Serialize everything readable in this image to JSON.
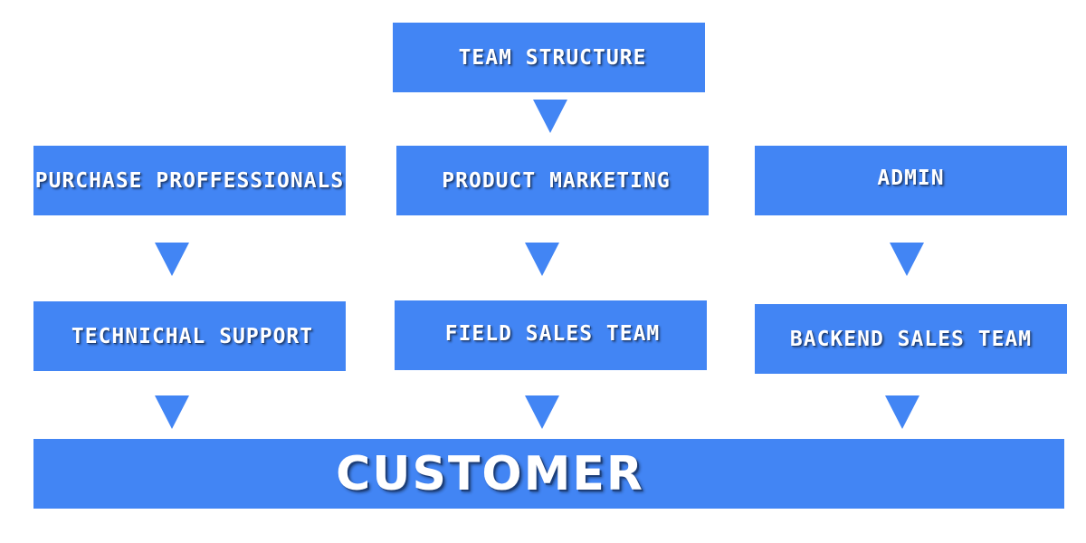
{
  "diagram": {
    "root": {
      "label": "TEAM STRUCTURE"
    },
    "middle": [
      {
        "label": "PURCHASE PROFFESSIONALS"
      },
      {
        "label": "PRODUCT MARKETING"
      },
      {
        "label": "ADMIN"
      }
    ],
    "lower": [
      {
        "label": "TECHNICHAL SUPPORT"
      },
      {
        "label": "FIELD SALES TEAM"
      },
      {
        "label": "BACKEND SALES TEAM"
      }
    ],
    "sink": {
      "label": "CUSTOMER"
    },
    "colors": {
      "box": "#4285f4",
      "text": "#ffffff",
      "arrow": "#4285f4"
    },
    "edges": [
      {
        "from": "TEAM STRUCTURE",
        "to": "PRODUCT MARKETING"
      },
      {
        "from": "PURCHASE PROFFESSIONALS",
        "to": "TECHNICHAL SUPPORT"
      },
      {
        "from": "PRODUCT MARKETING",
        "to": "FIELD SALES TEAM"
      },
      {
        "from": "ADMIN",
        "to": "BACKEND SALES TEAM"
      },
      {
        "from": "TECHNICHAL SUPPORT",
        "to": "CUSTOMER"
      },
      {
        "from": "FIELD SALES TEAM",
        "to": "CUSTOMER"
      },
      {
        "from": "BACKEND SALES TEAM",
        "to": "CUSTOMER"
      }
    ]
  }
}
